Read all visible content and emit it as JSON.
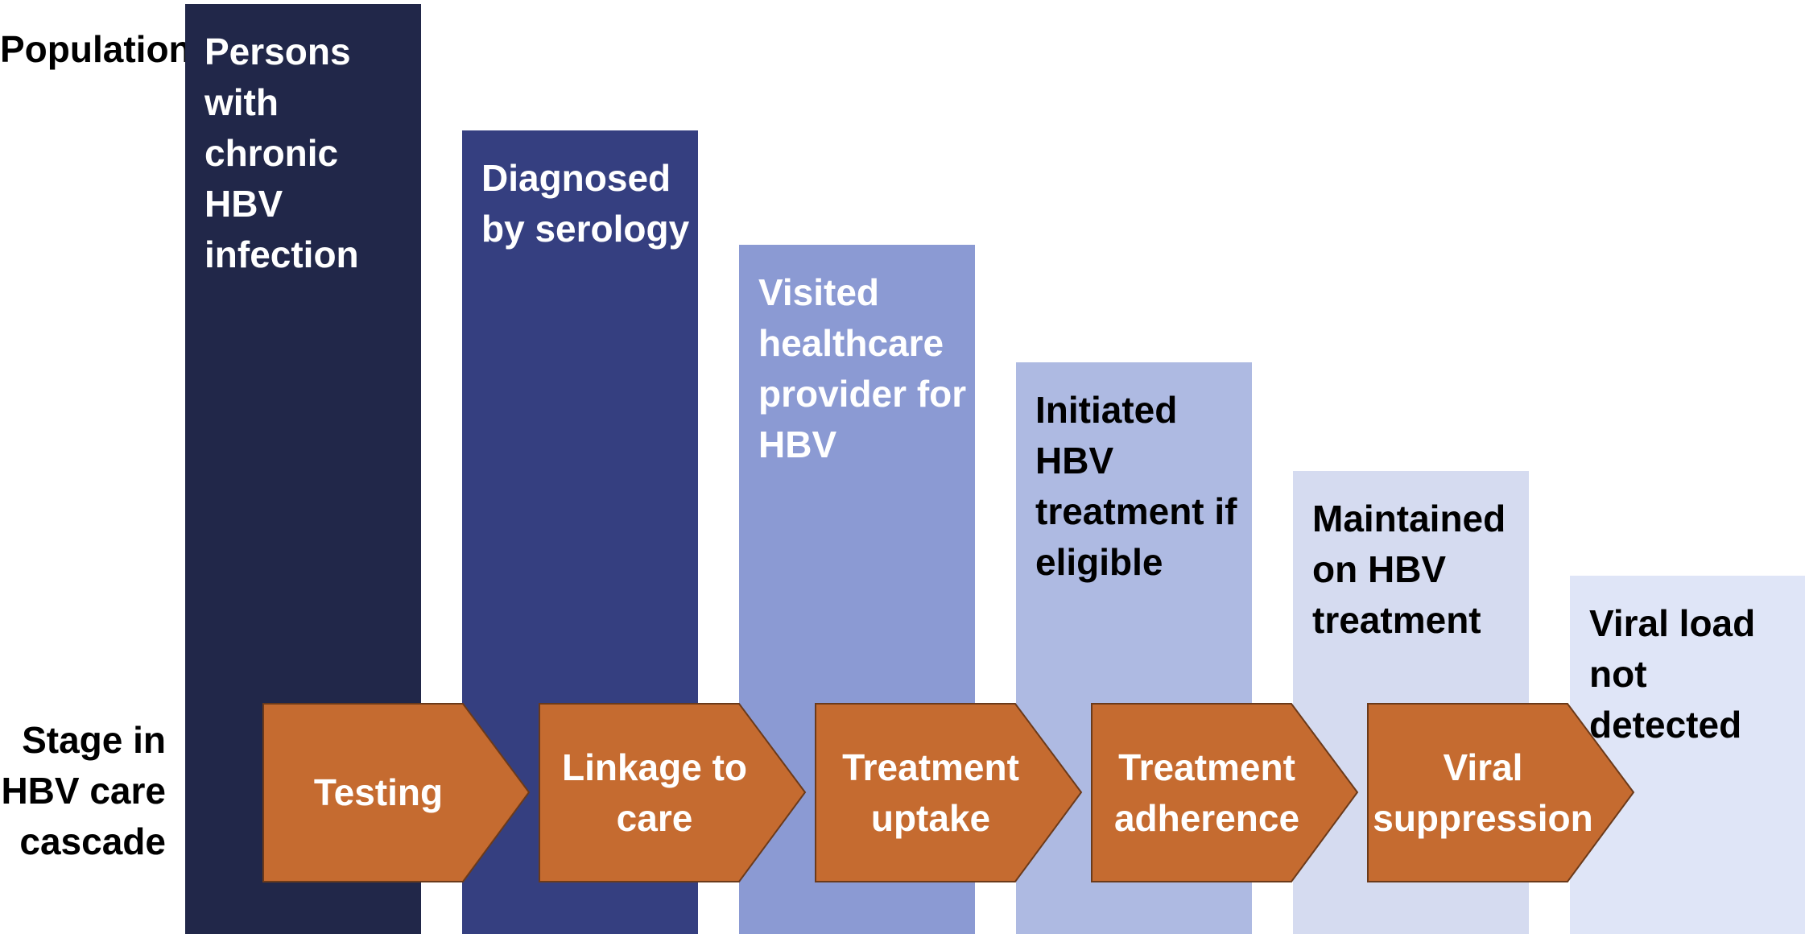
{
  "labels": {
    "population": "Population",
    "stage": "Stage in\nHBV care\ncascade"
  },
  "populations": [
    {
      "text": "Persons\nwith chronic\nHBV\ninfection",
      "color": "#212749",
      "text_color": "#ffffff"
    },
    {
      "text": "Diagnosed\nby serology",
      "color": "#353f80",
      "text_color": "#ffffff"
    },
    {
      "text": "Visited\nhealthcare\nprovider for\nHBV",
      "color": "#8b9ad3",
      "text_color": "#ffffff"
    },
    {
      "text": "Initiated\nHBV\ntreatment if\neligible",
      "color": "#aebae2",
      "text_color": "#000000"
    },
    {
      "text": "Maintained\non HBV\ntreatment",
      "color": "#d5dbf0",
      "text_color": "#000000"
    },
    {
      "text": "Viral load\nnot detected",
      "color": "#dfe5f7",
      "text_color": "#000000"
    }
  ],
  "stages": [
    {
      "text": "Testing"
    },
    {
      "text": "Linkage to\ncare"
    },
    {
      "text": "Treatment\nuptake"
    },
    {
      "text": "Treatment\nadherence"
    },
    {
      "text": "Viral\nsuppression"
    }
  ],
  "arrow_color": "#c56b30",
  "arrow_outline": "#6b3a1a"
}
